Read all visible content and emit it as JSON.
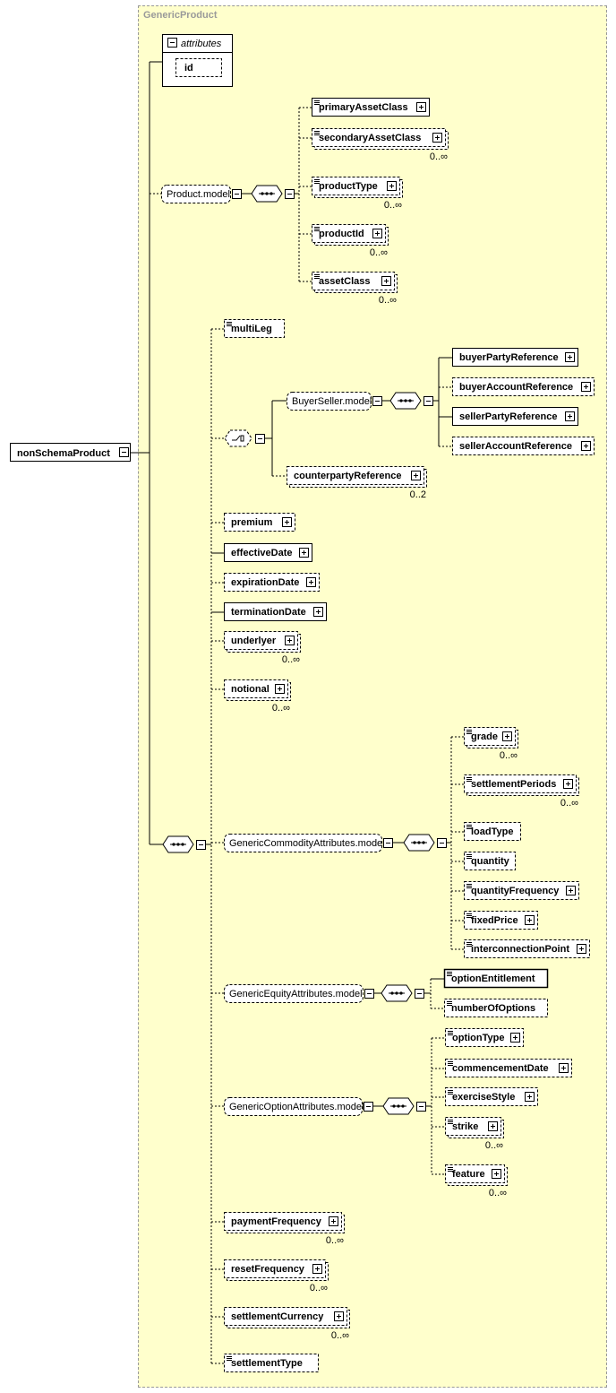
{
  "title": "GenericProduct",
  "root": "nonSchemaProduct",
  "attributes": {
    "label": "attributes",
    "items": [
      "id"
    ]
  },
  "product_model": {
    "label": "Product.model",
    "children": [
      {
        "name": "primaryAssetClass",
        "card": ""
      },
      {
        "name": "secondaryAssetClass",
        "card": "0..∞"
      },
      {
        "name": "productType",
        "card": "0..∞"
      },
      {
        "name": "productId",
        "card": "0..∞"
      },
      {
        "name": "assetClass",
        "card": "0..∞"
      }
    ]
  },
  "elements": {
    "multiLeg": "multiLeg",
    "premium": "premium",
    "effectiveDate": "effectiveDate",
    "expirationDate": "expirationDate",
    "terminationDate": "terminationDate",
    "underlyer": "underlyer",
    "underlyer_card": "0..∞",
    "notional": "notional",
    "notional_card": "0..∞",
    "paymentFrequency": "paymentFrequency",
    "paymentFrequency_card": "0..∞",
    "resetFrequency": "resetFrequency",
    "resetFrequency_card": "0..∞",
    "settlementCurrency": "settlementCurrency",
    "settlementCurrency_card": "0..∞",
    "settlementType": "settlementType"
  },
  "buyer_seller": {
    "label": "BuyerSeller.model",
    "children": [
      "buyerPartyReference",
      "buyerAccountReference",
      "sellerPartyReference",
      "sellerAccountReference"
    ],
    "counterparty": "counterpartyReference",
    "counterparty_card": "0..2"
  },
  "commodity": {
    "label": "GenericCommodityAttributes.model",
    "children": [
      {
        "name": "grade",
        "card": "0..∞"
      },
      {
        "name": "settlementPeriods",
        "card": "0..∞"
      },
      {
        "name": "loadType",
        "card": ""
      },
      {
        "name": "quantity",
        "card": ""
      },
      {
        "name": "quantityFrequency",
        "card": ""
      },
      {
        "name": "fixedPrice",
        "card": ""
      },
      {
        "name": "interconnectionPoint",
        "card": ""
      }
    ]
  },
  "equity": {
    "label": "GenericEquityAttributes.model",
    "children": [
      "optionEntitlement",
      "numberOfOptions"
    ]
  },
  "option": {
    "label": "GenericOptionAttributes.model",
    "children": [
      {
        "name": "optionType",
        "card": ""
      },
      {
        "name": "commencementDate",
        "card": ""
      },
      {
        "name": "exerciseStyle",
        "card": ""
      },
      {
        "name": "strike",
        "card": "0..∞"
      },
      {
        "name": "feature",
        "card": "0..∞"
      }
    ]
  }
}
